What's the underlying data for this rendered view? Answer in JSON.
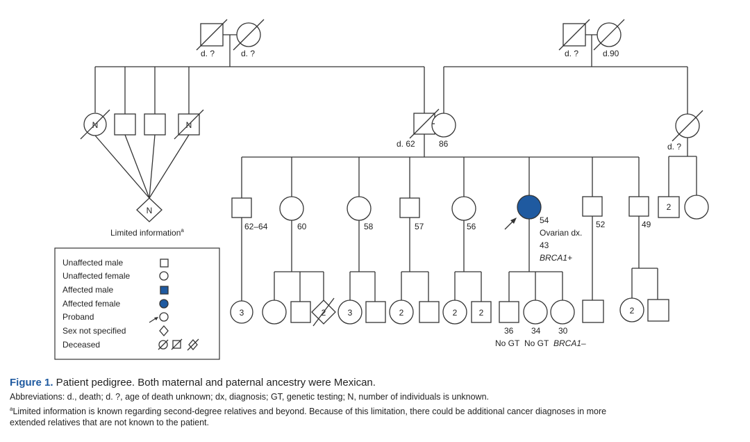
{
  "labels": {
    "pat_gf": "d. ?",
    "pat_gm": "d. ?",
    "mat_gf": "d. ?",
    "mat_gm": "d.90",
    "father": "d. 62",
    "mother": "86",
    "aunt_right": "d. ?",
    "sib1": "62–64",
    "sib2": "60",
    "sib3": "58",
    "sib4": "57",
    "sib5": "56",
    "proband_age": "54",
    "proband_dx": "Ovarian dx.",
    "proband_dx_age": "43",
    "proband_mut": "BRCA1+",
    "sib7": "52",
    "sib8": "49",
    "child1_age": "36",
    "child2_age": "34",
    "child3_age": "30",
    "child1_gt": "No GT",
    "child2_gt": "No GT",
    "child3_gt": "BRCA1–",
    "limited": "Limited information",
    "limited_sup": "a"
  },
  "symbols": {
    "N": "N",
    "n3": "3",
    "n2": "2"
  },
  "legend": {
    "unaffected_male": "Unaffected male",
    "unaffected_female": "Unaffected female",
    "affected_male": "Affected male",
    "affected_female": "Affected female",
    "proband": "Proband",
    "sex_not_specified": "Sex not specified",
    "deceased": "Deceased"
  },
  "caption": {
    "fig_label": "Figure 1.",
    "fig_text": " Patient pedigree. Both maternal and paternal ancestry were Mexican.",
    "abbreviations": "Abbreviations: d., death; d. ?, age of death unknown; dx, diagnosis; GT, genetic testing; N, number of individuals is unknown.",
    "footnote_sup": "a",
    "footnote_line1": "Limited information is known regarding second-degree relatives and beyond. Because of this limitation, there could be additional cancer diagnoses in more",
    "footnote_line2": "extended relatives that are not known to the patient."
  },
  "colors": {
    "affected": "#1f5aa0",
    "figure_label": "#1f5aa0"
  }
}
